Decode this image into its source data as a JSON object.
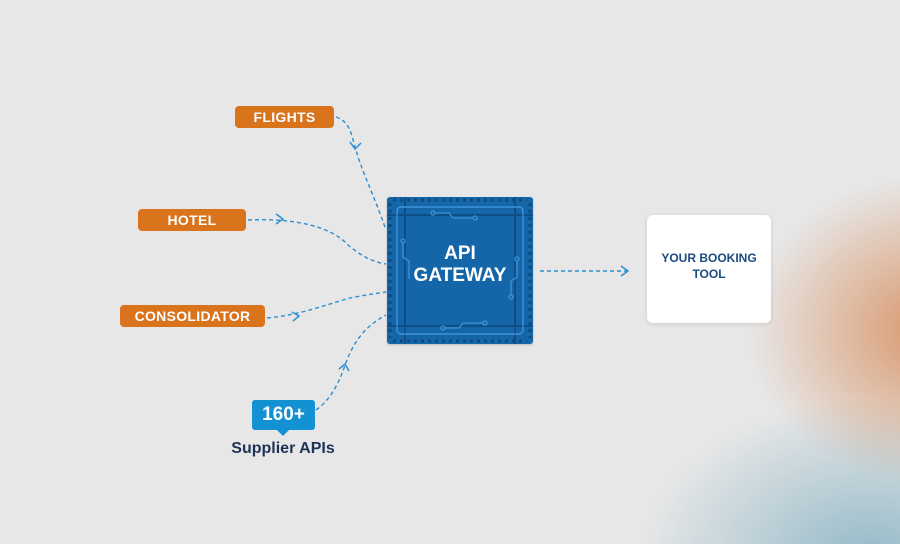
{
  "sources": {
    "flights": "FLIGHTS",
    "hotel": "HOTEL",
    "consolidator": "CONSOLIDATOR"
  },
  "supplier_badge": {
    "count": "160+",
    "caption": "Supplier APIs"
  },
  "gateway": {
    "line1": "API",
    "line2": "GATEWAY"
  },
  "booking_tool": {
    "line1": "YOUR BOOKING",
    "line2": "TOOL"
  },
  "colors": {
    "source_pill": "#d9731c",
    "gateway": "#1466a8",
    "badge": "#1292d2",
    "arrow": "#2c8ed1",
    "caption_text": "#1d3355"
  }
}
